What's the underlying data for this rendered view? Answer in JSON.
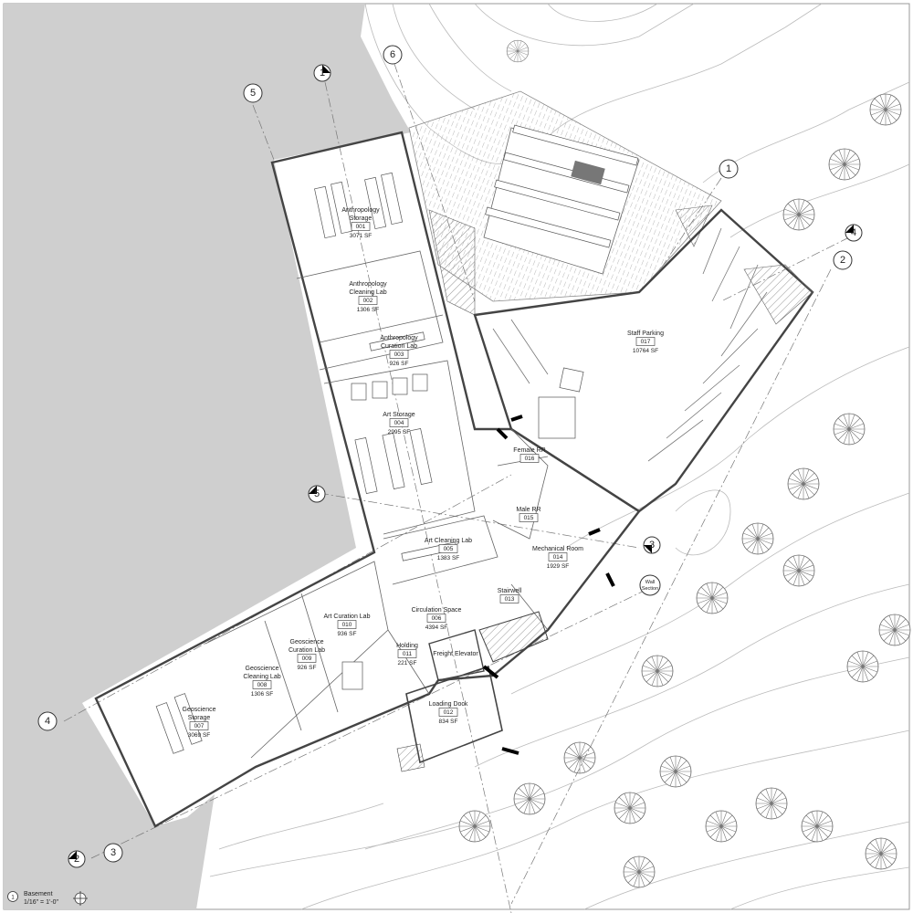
{
  "title": "Basement",
  "scale": "1/16\" = 1'-0\"",
  "view_number": "1",
  "grid_labels": [
    "1",
    "2",
    "3",
    "4",
    "5",
    "6"
  ],
  "section_marks": [
    "1",
    "2",
    "3",
    "4",
    "5"
  ],
  "wall_section_label": [
    "Wall",
    "Section"
  ],
  "colors": {
    "water": "#cfcfcf",
    "wall": "#444444",
    "highlight": "#777777"
  },
  "rooms": [
    {
      "name": [
        "Anthropology",
        "Storage"
      ],
      "number": "001",
      "area": "3071 SF"
    },
    {
      "name": [
        "Anthropology",
        "Cleaning Lab"
      ],
      "number": "002",
      "area": "1306 SF"
    },
    {
      "name": [
        "Anthropology",
        "Curation Lab"
      ],
      "number": "003",
      "area": "926 SF"
    },
    {
      "name": [
        "Art Storage"
      ],
      "number": "004",
      "area": "2995 SF"
    },
    {
      "name": [
        "Art Cleaning Lab"
      ],
      "number": "005",
      "area": "1383 SF"
    },
    {
      "name": [
        "Circulation Space"
      ],
      "number": "006",
      "area": "4394 SF"
    },
    {
      "name": [
        "Geoscience",
        "Storage"
      ],
      "number": "007",
      "area": "3069 SF"
    },
    {
      "name": [
        "Geoscience",
        "Cleaning Lab"
      ],
      "number": "008",
      "area": "1306 SF"
    },
    {
      "name": [
        "Geoscience",
        "Curation Lab"
      ],
      "number": "009",
      "area": "926 SF"
    },
    {
      "name": [
        "Art Curation Lab"
      ],
      "number": "010",
      "area": "936 SF"
    },
    {
      "name": [
        "Holding"
      ],
      "number": "011",
      "area": "221 SF"
    },
    {
      "name": [
        "Loading Dock"
      ],
      "number": "012",
      "area": "834 SF"
    },
    {
      "name": [
        "Stairwell"
      ],
      "number": "013",
      "area": ""
    },
    {
      "name": [
        "Mechanical Room"
      ],
      "number": "014",
      "area": "1929 SF"
    },
    {
      "name": [
        "Male RR"
      ],
      "number": "015",
      "area": ""
    },
    {
      "name": [
        "Female RR"
      ],
      "number": "016",
      "area": ""
    },
    {
      "name": [
        "Staff Parking"
      ],
      "number": "017",
      "area": "10764 SF"
    },
    {
      "name": [
        "Freight Elevator"
      ],
      "number": "",
      "area": ""
    }
  ]
}
